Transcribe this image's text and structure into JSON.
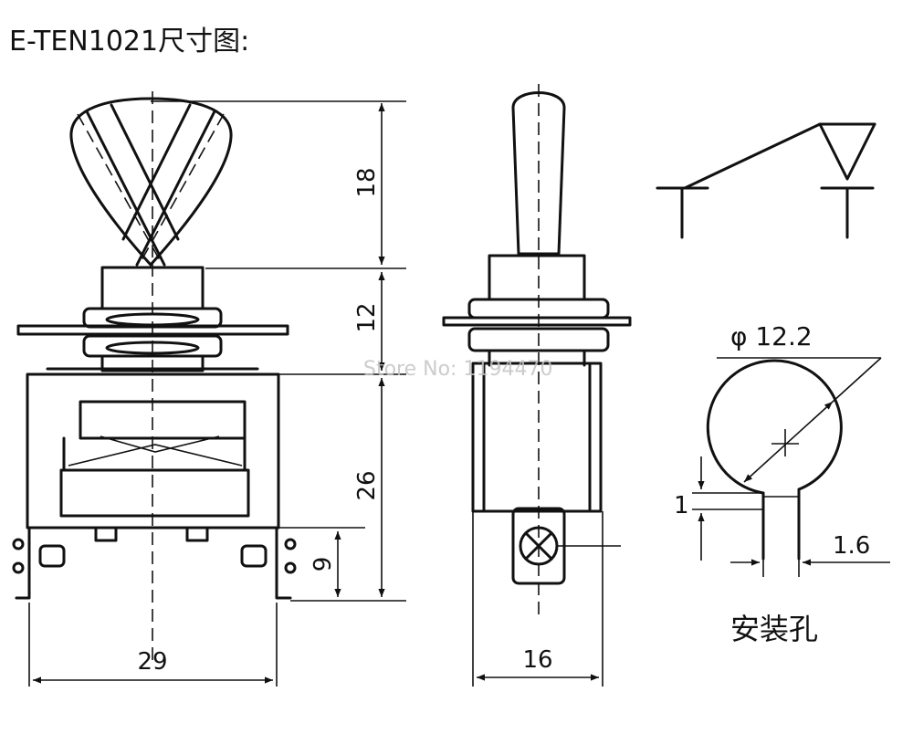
{
  "title": "E-TEN1021尺寸图:",
  "watermark": "Store No: 1194470",
  "dimensions": {
    "toggle_height": "18",
    "bushing_height": "12",
    "body_height": "26",
    "terminal_height": "9",
    "body_width": "29",
    "side_width": "16",
    "hole_diameter": "φ 12.2",
    "key_depth": "1",
    "key_width": "1.6"
  },
  "mounting_hole_label": "安装孔"
}
